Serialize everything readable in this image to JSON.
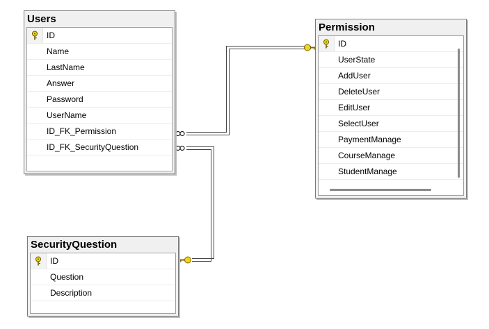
{
  "users": {
    "title": "Users",
    "columns": [
      "ID",
      "Name",
      "LastName",
      "Answer",
      "Password",
      "UserName",
      "ID_FK_Permission",
      "ID_FK_SecurityQuestion"
    ],
    "key_column": "ID"
  },
  "permission": {
    "title": "Permission",
    "columns": [
      "ID",
      "UserState",
      "AddUser",
      "DeleteUser",
      "EditUser",
      "SelectUser",
      "PaymentManage",
      "CourseManage",
      "StudentManage"
    ],
    "key_column": "ID"
  },
  "security_question": {
    "title": "SecurityQuestion",
    "columns": [
      "ID",
      "Question",
      "Description"
    ],
    "key_column": "ID"
  },
  "relationships": [
    {
      "from": "Users.ID_FK_Permission",
      "to": "Permission.ID",
      "many_end": "infinity-icon",
      "one_end": "key-icon"
    },
    {
      "from": "Users.ID_FK_SecurityQuestion",
      "to": "SecurityQuestion.ID",
      "many_end": "infinity-icon",
      "one_end": "key-icon"
    }
  ],
  "colors": {
    "key_fill": "#f2d31a",
    "key_stroke": "#7a6a00",
    "line": "#444444"
  }
}
